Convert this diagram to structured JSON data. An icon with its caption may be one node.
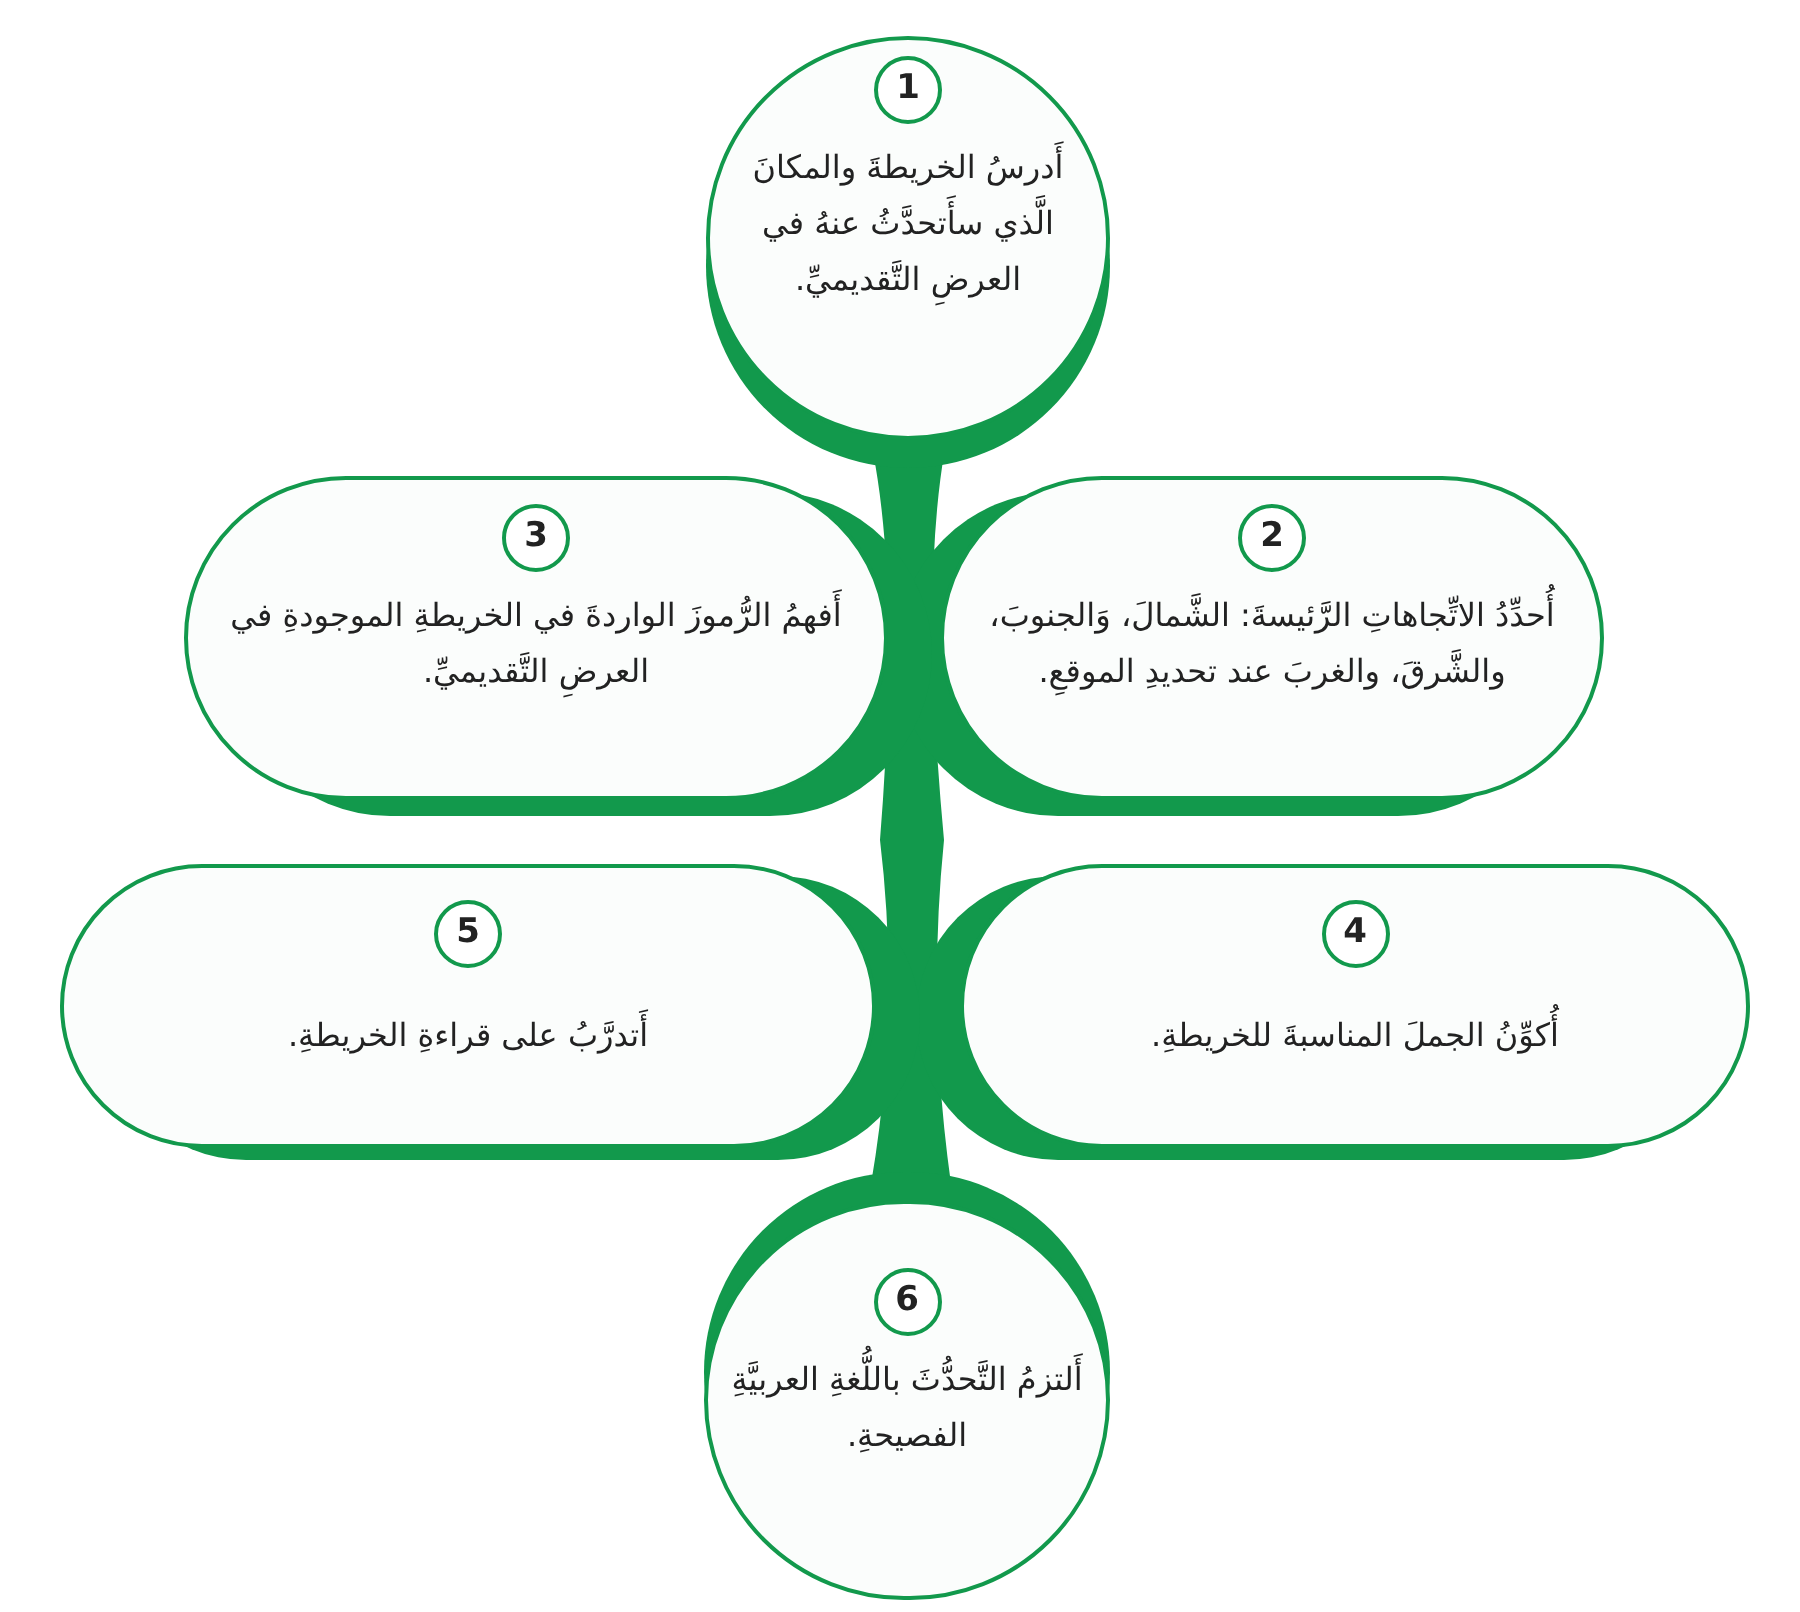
{
  "diagram": {
    "nodes": [
      {
        "text": [
          "1",
          "أَدرسُ الخريطةَ والمكانَ الَّذي سأَتحدَّثُ عنهُ في العرضِ التَّقديميِّ."
        ]
      },
      {
        "text": [
          "2",
          "أُحدِّدُ الاتِّجاهاتِ الرَّئيسةَ: الشَّمالَ، وَالجنوبَ، والشَّرقَ، والغربَ عند تحديدِ الموقعِ."
        ]
      },
      {
        "text": [
          "3",
          "أَفهمُ الرُّموزَ الواردةَ في الخريطةِ الموجودةِ في العرضِ التَّقديميِّ."
        ]
      },
      {
        "text": [
          "4",
          "أُكوِّنُ الجملَ المناسبةَ للخريطةِ."
        ]
      },
      {
        "text": [
          "5",
          "أَتدرَّبُ على قراءةِ الخريطةِ."
        ]
      },
      {
        "text": [
          "6",
          "أَلتزمُ التَّحدُّثَ باللُّغةِ العربيَّةِ الفصيحةِ."
        ]
      }
    ]
  }
}
